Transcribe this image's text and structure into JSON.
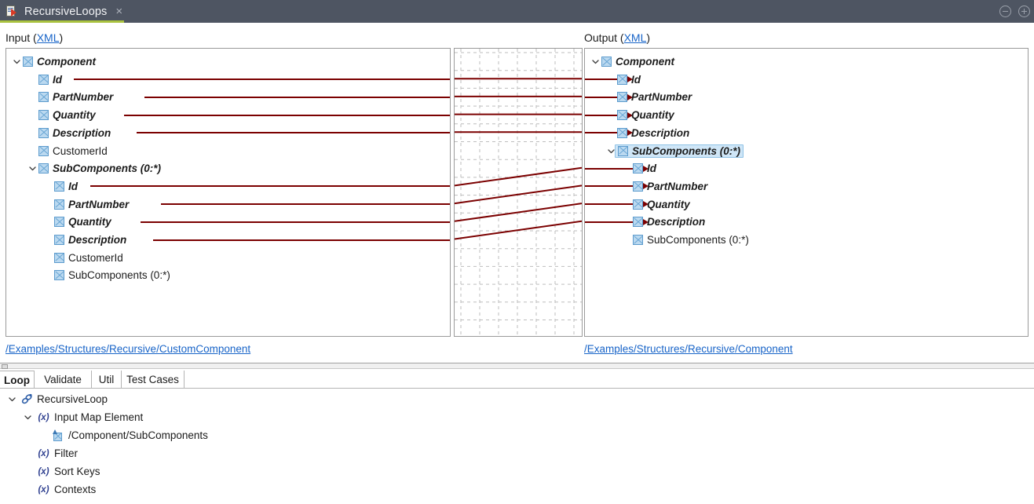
{
  "titlebar": {
    "tab_label": "RecursiveLoops",
    "close_label": "×",
    "minimize_name": "minimize-button",
    "maximize_name": "maximize-button",
    "bg_color": "#4E5562",
    "accent_color": "#A9C23F"
  },
  "panes": {
    "input": {
      "header_text": "Input (",
      "header_link": "XML",
      "header_close": ")",
      "footer_link": "/Examples/Structures/Recursive/CustomComponent"
    },
    "output": {
      "header_text": "Output (",
      "header_link": "XML",
      "header_close": ")",
      "footer_link": "/Examples/Structures/Recursive/Component"
    }
  },
  "input_tree": [
    {
      "label": "Component",
      "indent": 0,
      "twisty": "open",
      "mapped": true,
      "selected": false
    },
    {
      "label": "Id",
      "indent": 1,
      "twisty": "none",
      "mapped": true,
      "selected": false
    },
    {
      "label": "PartNumber",
      "indent": 1,
      "twisty": "none",
      "mapped": true,
      "selected": false
    },
    {
      "label": "Quantity",
      "indent": 1,
      "twisty": "none",
      "mapped": true,
      "selected": false
    },
    {
      "label": "Description",
      "indent": 1,
      "twisty": "none",
      "mapped": true,
      "selected": false
    },
    {
      "label": "CustomerId",
      "indent": 1,
      "twisty": "none",
      "mapped": false,
      "selected": false
    },
    {
      "label": "SubComponents (0:*)",
      "indent": 1,
      "twisty": "open",
      "mapped": true,
      "selected": false
    },
    {
      "label": "Id",
      "indent": 2,
      "twisty": "none",
      "mapped": true,
      "selected": false
    },
    {
      "label": "PartNumber",
      "indent": 2,
      "twisty": "none",
      "mapped": true,
      "selected": false
    },
    {
      "label": "Quantity",
      "indent": 2,
      "twisty": "none",
      "mapped": true,
      "selected": false
    },
    {
      "label": "Description",
      "indent": 2,
      "twisty": "none",
      "mapped": true,
      "selected": false
    },
    {
      "label": "CustomerId",
      "indent": 2,
      "twisty": "none",
      "mapped": false,
      "selected": false
    },
    {
      "label": "SubComponents (0:*)",
      "indent": 2,
      "twisty": "none",
      "mapped": false,
      "selected": false
    }
  ],
  "output_tree": [
    {
      "label": "Component",
      "indent": 0,
      "twisty": "open",
      "mapped": true,
      "selected": false,
      "arrow": false
    },
    {
      "label": "Id",
      "indent": 1,
      "twisty": "none",
      "mapped": true,
      "selected": false,
      "arrow": true
    },
    {
      "label": "PartNumber",
      "indent": 1,
      "twisty": "none",
      "mapped": true,
      "selected": false,
      "arrow": true
    },
    {
      "label": "Quantity",
      "indent": 1,
      "twisty": "none",
      "mapped": true,
      "selected": false,
      "arrow": true
    },
    {
      "label": "Description",
      "indent": 1,
      "twisty": "none",
      "mapped": true,
      "selected": false,
      "arrow": true
    },
    {
      "label": "SubComponents (0:*)",
      "indent": 1,
      "twisty": "open",
      "mapped": true,
      "selected": true,
      "arrow": false
    },
    {
      "label": "Id",
      "indent": 2,
      "twisty": "none",
      "mapped": true,
      "selected": false,
      "arrow": true
    },
    {
      "label": "PartNumber",
      "indent": 2,
      "twisty": "none",
      "mapped": true,
      "selected": false,
      "arrow": true
    },
    {
      "label": "Quantity",
      "indent": 2,
      "twisty": "none",
      "mapped": true,
      "selected": false,
      "arrow": true
    },
    {
      "label": "Description",
      "indent": 2,
      "twisty": "none",
      "mapped": true,
      "selected": false,
      "arrow": true
    },
    {
      "label": "SubComponents (0:*)",
      "indent": 2,
      "twisty": "none",
      "mapped": false,
      "selected": false,
      "arrow": false
    }
  ],
  "bottom_tabs": [
    {
      "label": "Loop",
      "active": true
    },
    {
      "label": "Validate",
      "active": false
    },
    {
      "label": "Util",
      "active": false
    },
    {
      "label": "Test Cases",
      "active": false
    }
  ],
  "bottom_tree": [
    {
      "label": "RecursiveLoop",
      "indent": 0,
      "twisty": "open",
      "icon": "loop-icon"
    },
    {
      "label": "Input Map Element",
      "indent": 1,
      "twisty": "open",
      "icon": "function-icon"
    },
    {
      "label": "/Component/SubComponents",
      "indent": 2,
      "twisty": "none",
      "icon": "path-icon"
    },
    {
      "label": "Filter",
      "indent": 1,
      "twisty": "none",
      "icon": "function-icon"
    },
    {
      "label": "Sort Keys",
      "indent": 1,
      "twisty": "none",
      "icon": "function-icon"
    },
    {
      "label": "Contexts",
      "indent": 1,
      "twisty": "none",
      "icon": "function-icon"
    }
  ],
  "function_icon_glyph": "(x)",
  "colors": {
    "connection_line": "#7B0000",
    "link": "#1864C8",
    "selection": "#CFE6F7",
    "grid_line": "#BEBEBE"
  }
}
